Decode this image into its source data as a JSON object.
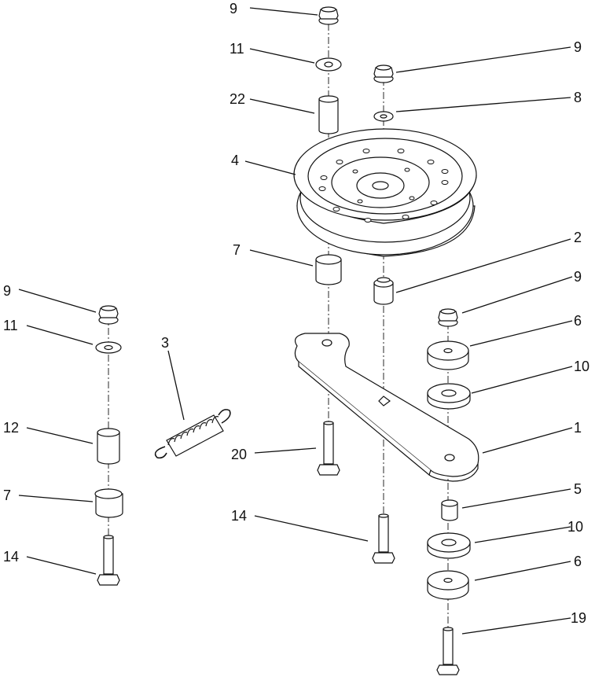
{
  "callouts": [
    {
      "id": "c9a",
      "text": "9"
    },
    {
      "id": "c11a",
      "text": "11"
    },
    {
      "id": "c22",
      "text": "22"
    },
    {
      "id": "c4",
      "text": "4"
    },
    {
      "id": "c9b",
      "text": "9"
    },
    {
      "id": "c8",
      "text": "8"
    },
    {
      "id": "c7a",
      "text": "7"
    },
    {
      "id": "c2",
      "text": "2"
    },
    {
      "id": "c9c",
      "text": "9"
    },
    {
      "id": "c6a",
      "text": "6"
    },
    {
      "id": "c10a",
      "text": "10"
    },
    {
      "id": "c1",
      "text": "1"
    },
    {
      "id": "c9d",
      "text": "9"
    },
    {
      "id": "c11b",
      "text": "11"
    },
    {
      "id": "c3",
      "text": "3"
    },
    {
      "id": "c12",
      "text": "12"
    },
    {
      "id": "c7b",
      "text": "7"
    },
    {
      "id": "c14a",
      "text": "14"
    },
    {
      "id": "c20",
      "text": "20"
    },
    {
      "id": "c14b",
      "text": "14"
    },
    {
      "id": "c5",
      "text": "5"
    },
    {
      "id": "c10b",
      "text": "10"
    },
    {
      "id": "c6b",
      "text": "6"
    },
    {
      "id": "c19",
      "text": "19"
    }
  ]
}
